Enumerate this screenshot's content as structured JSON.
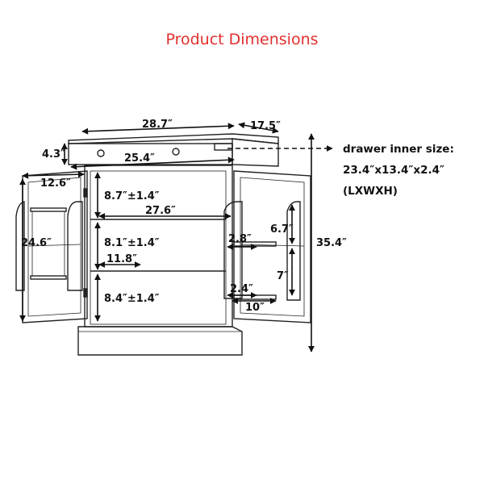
{
  "title": "Product Dimensions",
  "dimensions": {
    "top_length": "28.7″",
    "top_depth": "17.5″",
    "drawer_height": "4.3″",
    "drawer_width": "25.4″",
    "door_width": "12.6″",
    "door_height": "24.6″",
    "upper_gap": "8.7″±1.4″",
    "inner_width": "27.6″",
    "middle_gap": "8.1″±1.4″",
    "shelf_depth": "11.8″",
    "lower_gap": "8.4″±1.4″",
    "door_shelf_height_top": "6.7″",
    "door_shelf_depth_top": "2.8″",
    "door_shelf_height_low": "7″",
    "door_shelf_depth_low": "2.4″",
    "door_shelf_width": "10″",
    "total_height": "35.4″"
  },
  "drawer_note": {
    "line1": "drawer inner size:",
    "line2": "23.4″x13.4″x2.4″",
    "line3": "(LXWXH)"
  }
}
